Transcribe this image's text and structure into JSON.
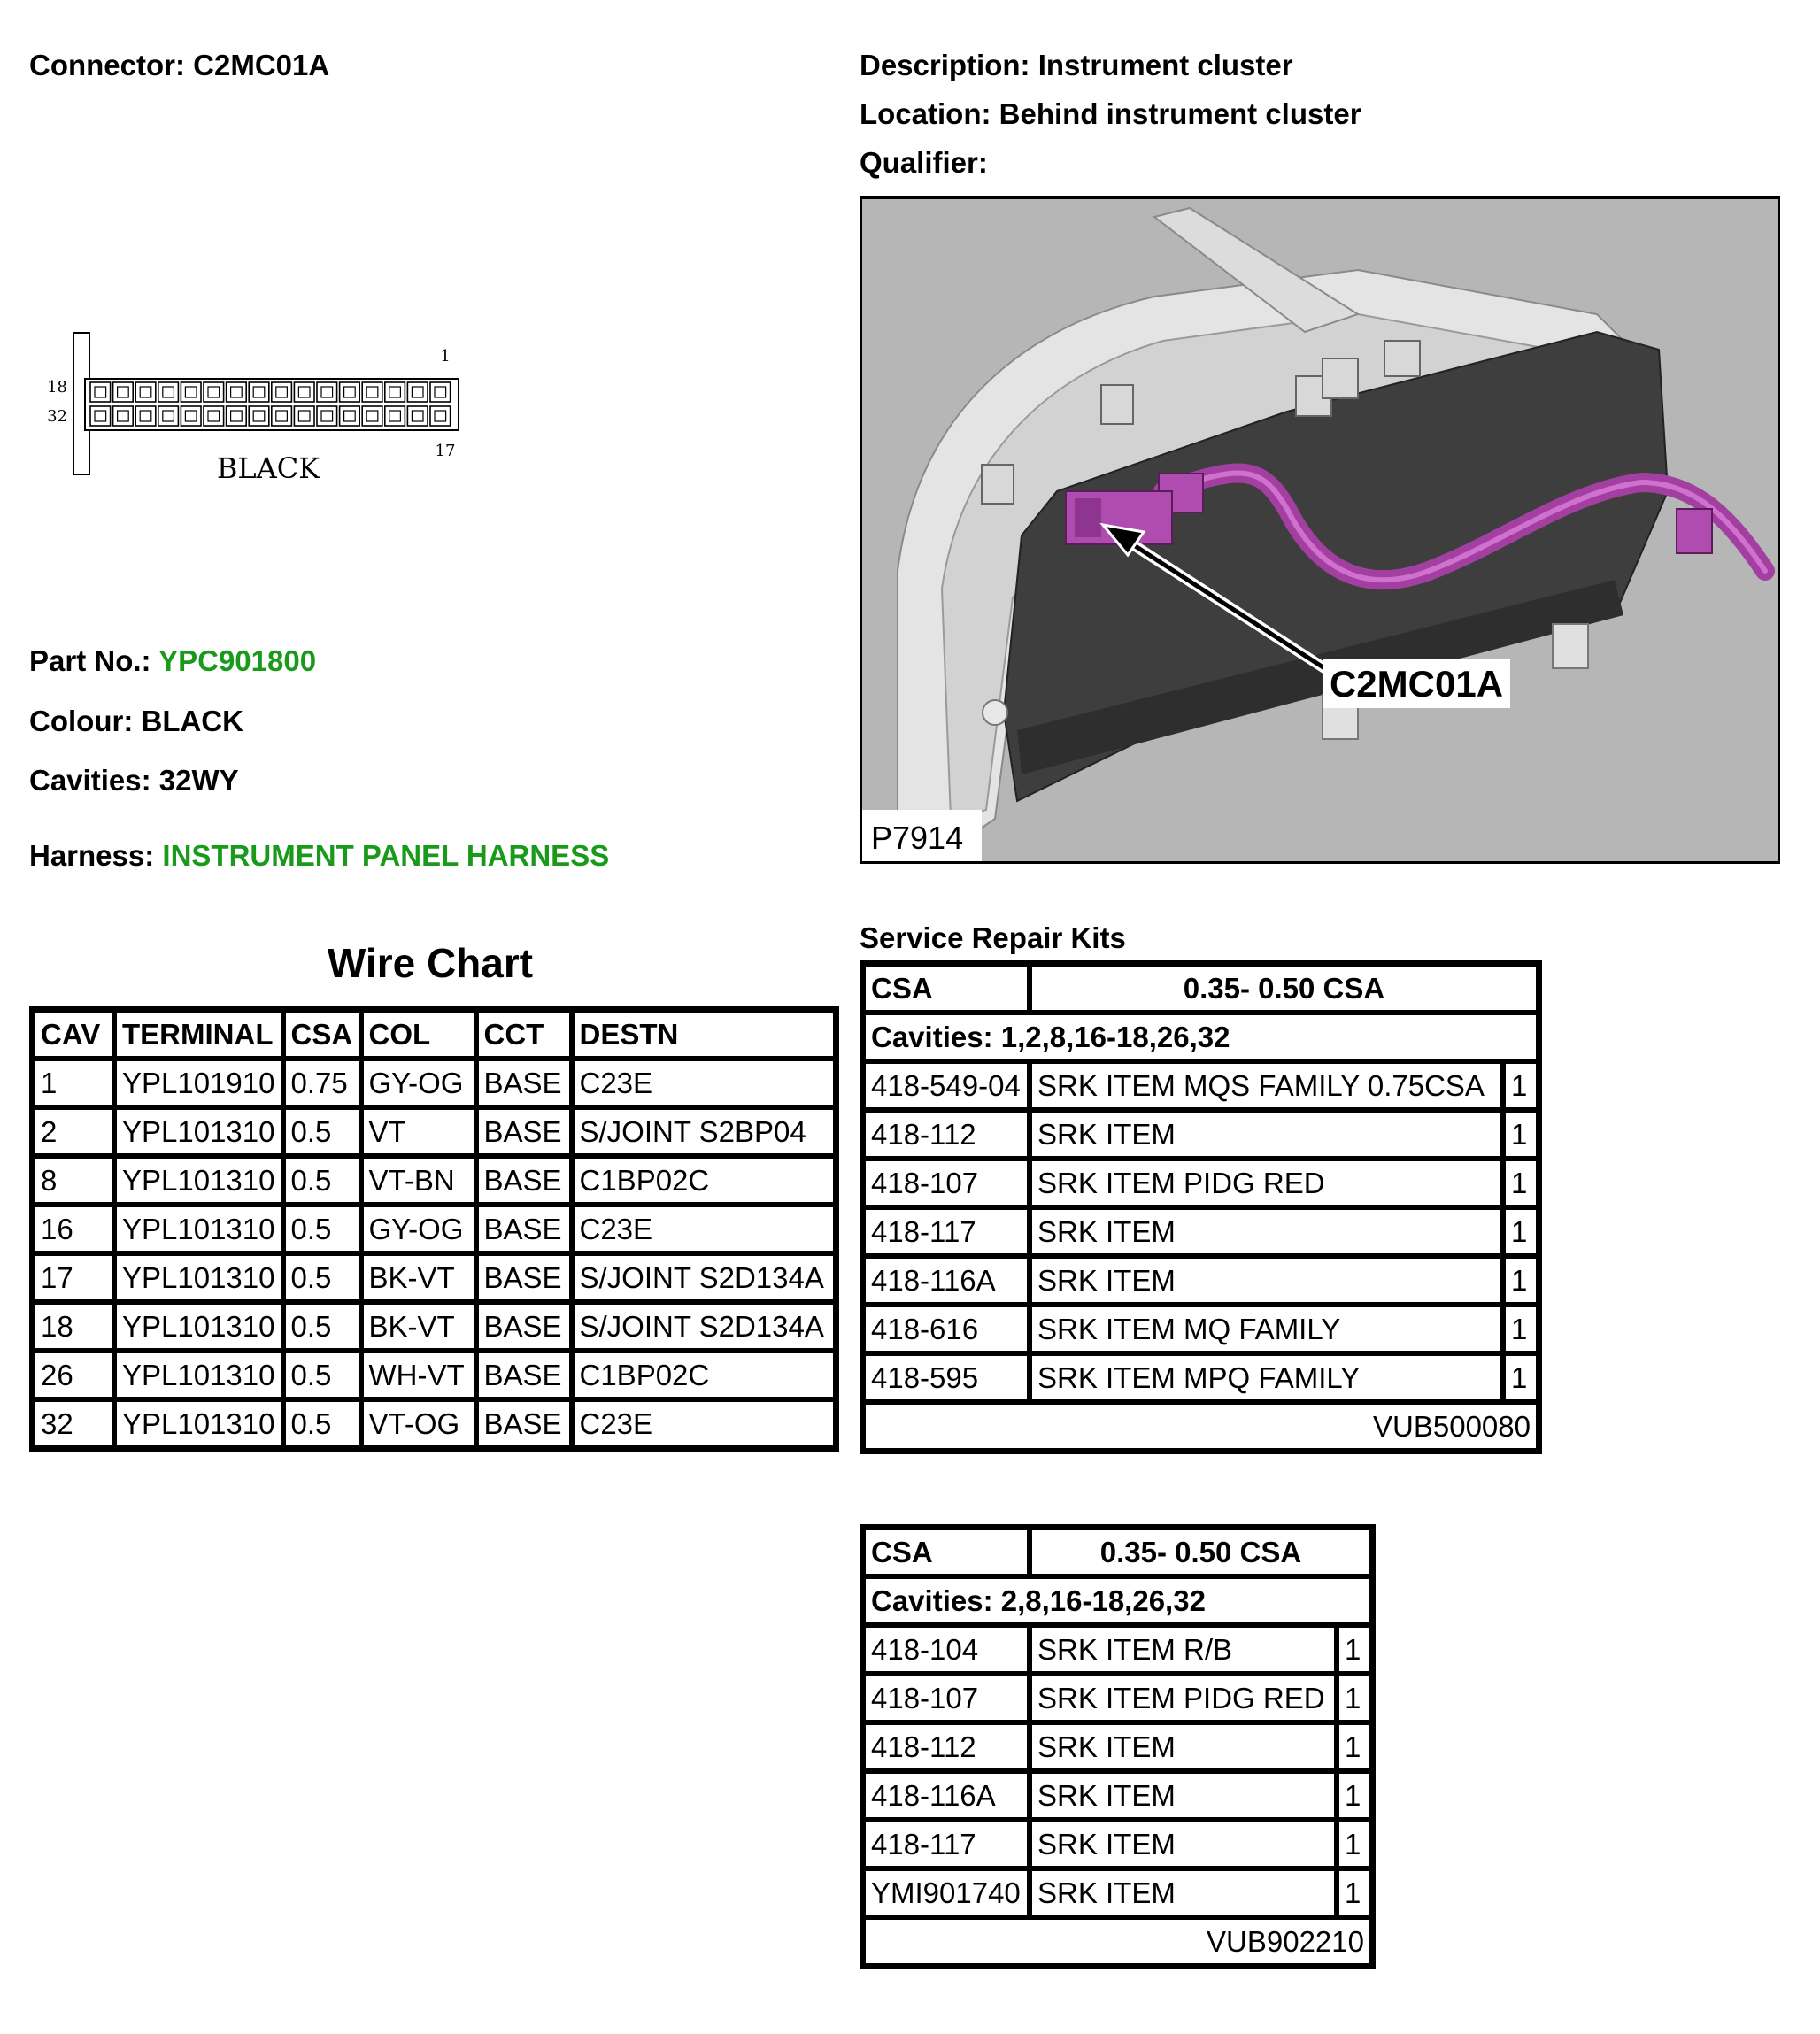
{
  "header": {
    "connector_label": "Connector:",
    "connector_value": "C2MC01A",
    "description_label": "Description:",
    "description_value": "Instrument cluster",
    "location_label": "Location:",
    "location_value": "Behind instrument cluster",
    "qualifier_label": "Qualifier:"
  },
  "diagram": {
    "pin_left_top": "18",
    "pin_left_bottom": "32",
    "pin_right_top": "1",
    "pin_right_bottom": "17",
    "colour_text": "BLACK"
  },
  "details": {
    "part_label": "Part No.:",
    "part_value": "YPC901800",
    "colour_label": "Colour:",
    "colour_value": "BLACK",
    "cavities_label": "Cavities:",
    "cavities_value": "32WY",
    "harness_label": "Harness:",
    "harness_value": "INSTRUMENT PANEL HARNESS"
  },
  "photo": {
    "callout": "C2MC01A",
    "ref": "P7914"
  },
  "wire_chart": {
    "title": "Wire Chart",
    "headers": [
      "CAV",
      "TERMINAL",
      "CSA",
      "COL",
      "CCT",
      "DESTN"
    ],
    "rows": [
      [
        "1",
        "YPL101910",
        "0.75",
        "GY-OG",
        "BASE",
        "C23E"
      ],
      [
        "2",
        "YPL101310",
        "0.5",
        "VT",
        "BASE",
        "S/JOINT S2BP04"
      ],
      [
        "8",
        "YPL101310",
        "0.5",
        "VT-BN",
        "BASE",
        "C1BP02C"
      ],
      [
        "16",
        "YPL101310",
        "0.5",
        "GY-OG",
        "BASE",
        "C23E"
      ],
      [
        "17",
        "YPL101310",
        "0.5",
        "BK-VT",
        "BASE",
        "S/JOINT S2D134A"
      ],
      [
        "18",
        "YPL101310",
        "0.5",
        "BK-VT",
        "BASE",
        "S/JOINT S2D134A"
      ],
      [
        "26",
        "YPL101310",
        "0.5",
        "WH-VT",
        "BASE",
        "C1BP02C"
      ],
      [
        "32",
        "YPL101310",
        "0.5",
        "VT-OG",
        "BASE",
        "C23E"
      ]
    ]
  },
  "service_repair_kits": {
    "title": "Service Repair Kits",
    "kits": [
      {
        "csa_label": "CSA",
        "csa_value": "0.35- 0.50 CSA",
        "cavities": "Cavities: 1,2,8,16-18,26,32",
        "items": [
          [
            "418-549-04",
            "SRK ITEM MQS FAMILY 0.75CSA",
            "1"
          ],
          [
            "418-112",
            "SRK ITEM",
            "1"
          ],
          [
            "418-107",
            "SRK ITEM PIDG RED",
            "1"
          ],
          [
            "418-117",
            "SRK ITEM",
            "1"
          ],
          [
            "418-116A",
            "SRK ITEM",
            "1"
          ],
          [
            "418-616",
            "SRK ITEM MQ FAMILY",
            "1"
          ],
          [
            "418-595",
            "SRK ITEM MPQ FAMILY",
            "1"
          ]
        ],
        "footer": "VUB500080"
      },
      {
        "csa_label": "CSA",
        "csa_value": "0.35- 0.50 CSA",
        "cavities": "Cavities: 2,8,16-18,26,32",
        "items": [
          [
            "418-104",
            "SRK ITEM R/B",
            "1"
          ],
          [
            "418-107",
            "SRK ITEM PIDG RED",
            "1"
          ],
          [
            "418-112",
            "SRK ITEM",
            "1"
          ],
          [
            "418-116A",
            "SRK ITEM",
            "1"
          ],
          [
            "418-117",
            "SRK ITEM",
            "1"
          ],
          [
            "YMI901740",
            "SRK ITEM",
            "1"
          ]
        ],
        "footer": "VUB902210"
      }
    ]
  }
}
